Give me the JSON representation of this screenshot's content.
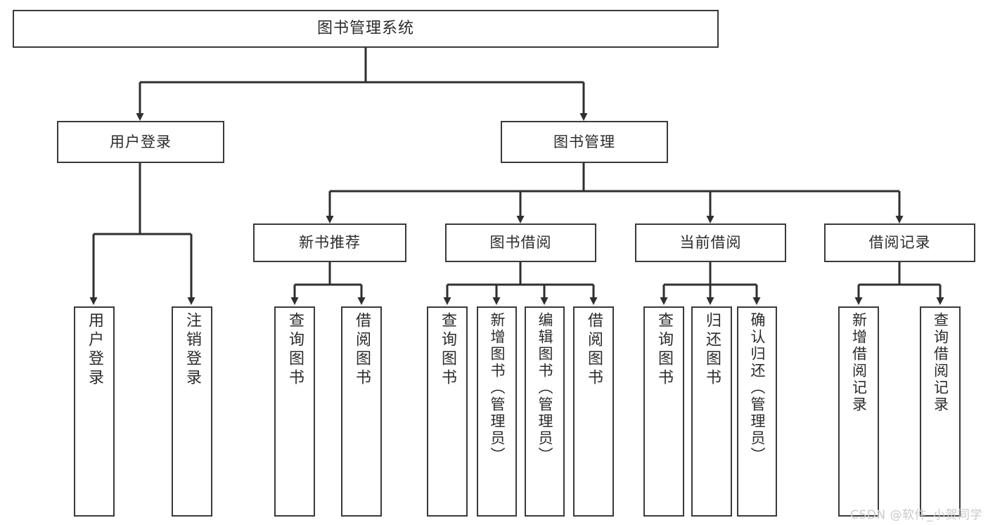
{
  "diagram": {
    "type": "tree",
    "title": "图书管理系统",
    "watermark": "CSDN @软件_小贺同学",
    "colors": {
      "background": "#ffffff",
      "box_border": "#3a3a3a",
      "box_fill": "#ffffff",
      "connector": "#2f2f2f",
      "text": "#2b2b2b",
      "watermark": "#c9c9c9"
    },
    "root": {
      "label": "图书管理系统"
    },
    "level1": [
      {
        "label": "用户登录"
      },
      {
        "label": "图书管理"
      }
    ],
    "level2": [
      {
        "label": "新书推荐"
      },
      {
        "label": "图书借阅"
      },
      {
        "label": "当前借阅"
      },
      {
        "label": "借阅记录"
      }
    ],
    "leaves": {
      "user_login": [
        {
          "label": "用户登录"
        },
        {
          "label": "注销登录"
        }
      ],
      "new_book_recommend": [
        {
          "label": "查询图书"
        },
        {
          "label": "借阅图书"
        }
      ],
      "book_borrow": [
        {
          "label": "查询图书"
        },
        {
          "label": "新增图书（管理员）"
        },
        {
          "label": "编辑图书（管理员）"
        },
        {
          "label": "借阅图书"
        }
      ],
      "current_borrow": [
        {
          "label": "查询图书"
        },
        {
          "label": "归还图书"
        },
        {
          "label": "确认归还（管理员）"
        }
      ],
      "borrow_record": [
        {
          "label": "新增借阅记录"
        },
        {
          "label": "查询借阅记录"
        }
      ]
    }
  }
}
